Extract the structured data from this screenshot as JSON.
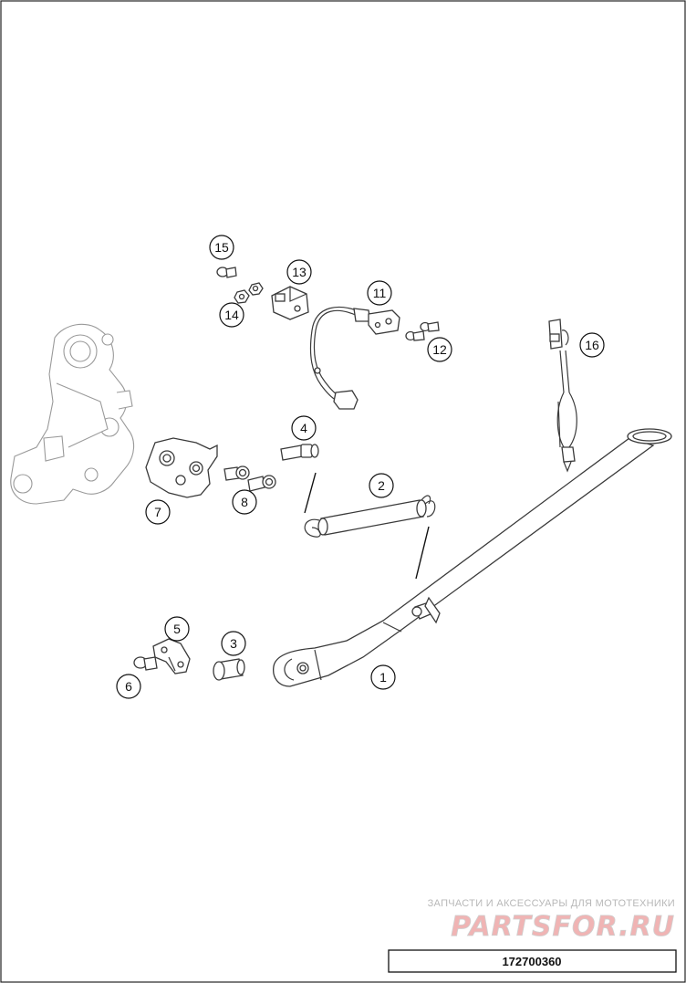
{
  "callouts": [
    {
      "id": "1",
      "label": "1"
    },
    {
      "id": "2",
      "label": "2"
    },
    {
      "id": "3",
      "label": "3"
    },
    {
      "id": "4",
      "label": "4"
    },
    {
      "id": "5",
      "label": "5"
    },
    {
      "id": "6",
      "label": "6"
    },
    {
      "id": "7",
      "label": "7"
    },
    {
      "id": "8",
      "label": "8"
    },
    {
      "id": "11",
      "label": "11"
    },
    {
      "id": "12",
      "label": "12"
    },
    {
      "id": "13",
      "label": "13"
    },
    {
      "id": "14",
      "label": "14"
    },
    {
      "id": "15",
      "label": "15"
    },
    {
      "id": "16",
      "label": "16"
    }
  ],
  "watermark": {
    "caption": "ЗАПЧАСТИ И АКСЕССУАРЫ ДЛЯ МОТОТЕХНИКИ",
    "logo": "PARTSFOR.RU",
    "colors": {
      "red": "#f0b4b4",
      "gray": "#cfcfcf"
    }
  },
  "footer": {
    "doc_number": "172700360"
  }
}
